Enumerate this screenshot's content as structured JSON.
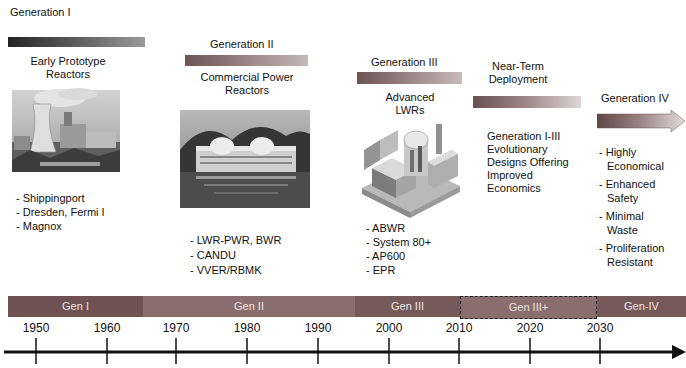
{
  "diagram": {
    "nodes": [
      {
        "text": [
          "Generation I"
        ]
      },
      {
        "text": [
          "Generation II"
        ]
      },
      {
        "text": [
          "Generation III"
        ]
      },
      {
        "text": [
          "Near-Term Deployment"
        ]
      },
      {
        "text": [
          "Generation IV"
        ]
      },
      {
        "text": [
          "Gen I"
        ]
      },
      {
        "text": [
          "Gen II"
        ]
      },
      {
        "text": [
          "Gen III"
        ]
      },
      {
        "text": [
          "Gen III+"
        ]
      },
      {
        "text": [
          "Gen-IV"
        ]
      }
    ],
    "labels": [
      "Early Prototype Reactors",
      "- Shippingport",
      "- Dresden, Fermi I",
      "- Magnox",
      "Commercial Power Reactors",
      "- LWR-PWR, BWR",
      "- CANDU",
      "- VVER/RBMK",
      "Advanced LWRs",
      "- ABWR",
      "- System 80+",
      "- AP600",
      "- EPR",
      "Generation I-III Evolutionary Designs Offering Improved Economics",
      "- Highly Economical",
      "- Enhanced Safety",
      "- Minimal Waste",
      "- Proliferation Resistant",
      "1950",
      "1960",
      "1970",
      "1980",
      "1990",
      "2000",
      "2010",
      "2020",
      "2030"
    ]
  }
}
